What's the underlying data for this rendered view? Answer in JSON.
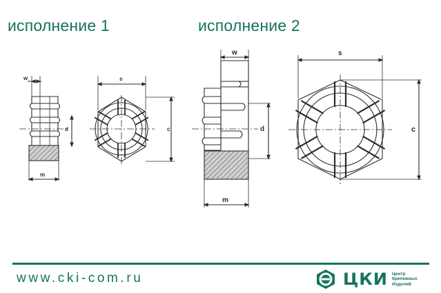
{
  "titles": {
    "variant1": "исполнение 1",
    "variant2": "исполнение 2"
  },
  "dimension_labels": {
    "w": "w",
    "s": "s",
    "d": "d",
    "c": "c",
    "m": "m"
  },
  "footer": {
    "website": "www.cki-com.ru",
    "logo_text": "ЦКИ",
    "logo_sub": [
      "Центр",
      "Крепежных",
      "Изделий"
    ]
  },
  "colors": {
    "brand": "#16725e",
    "line": "#2b2b2b",
    "hatch_fill": "#b5b5b5"
  }
}
